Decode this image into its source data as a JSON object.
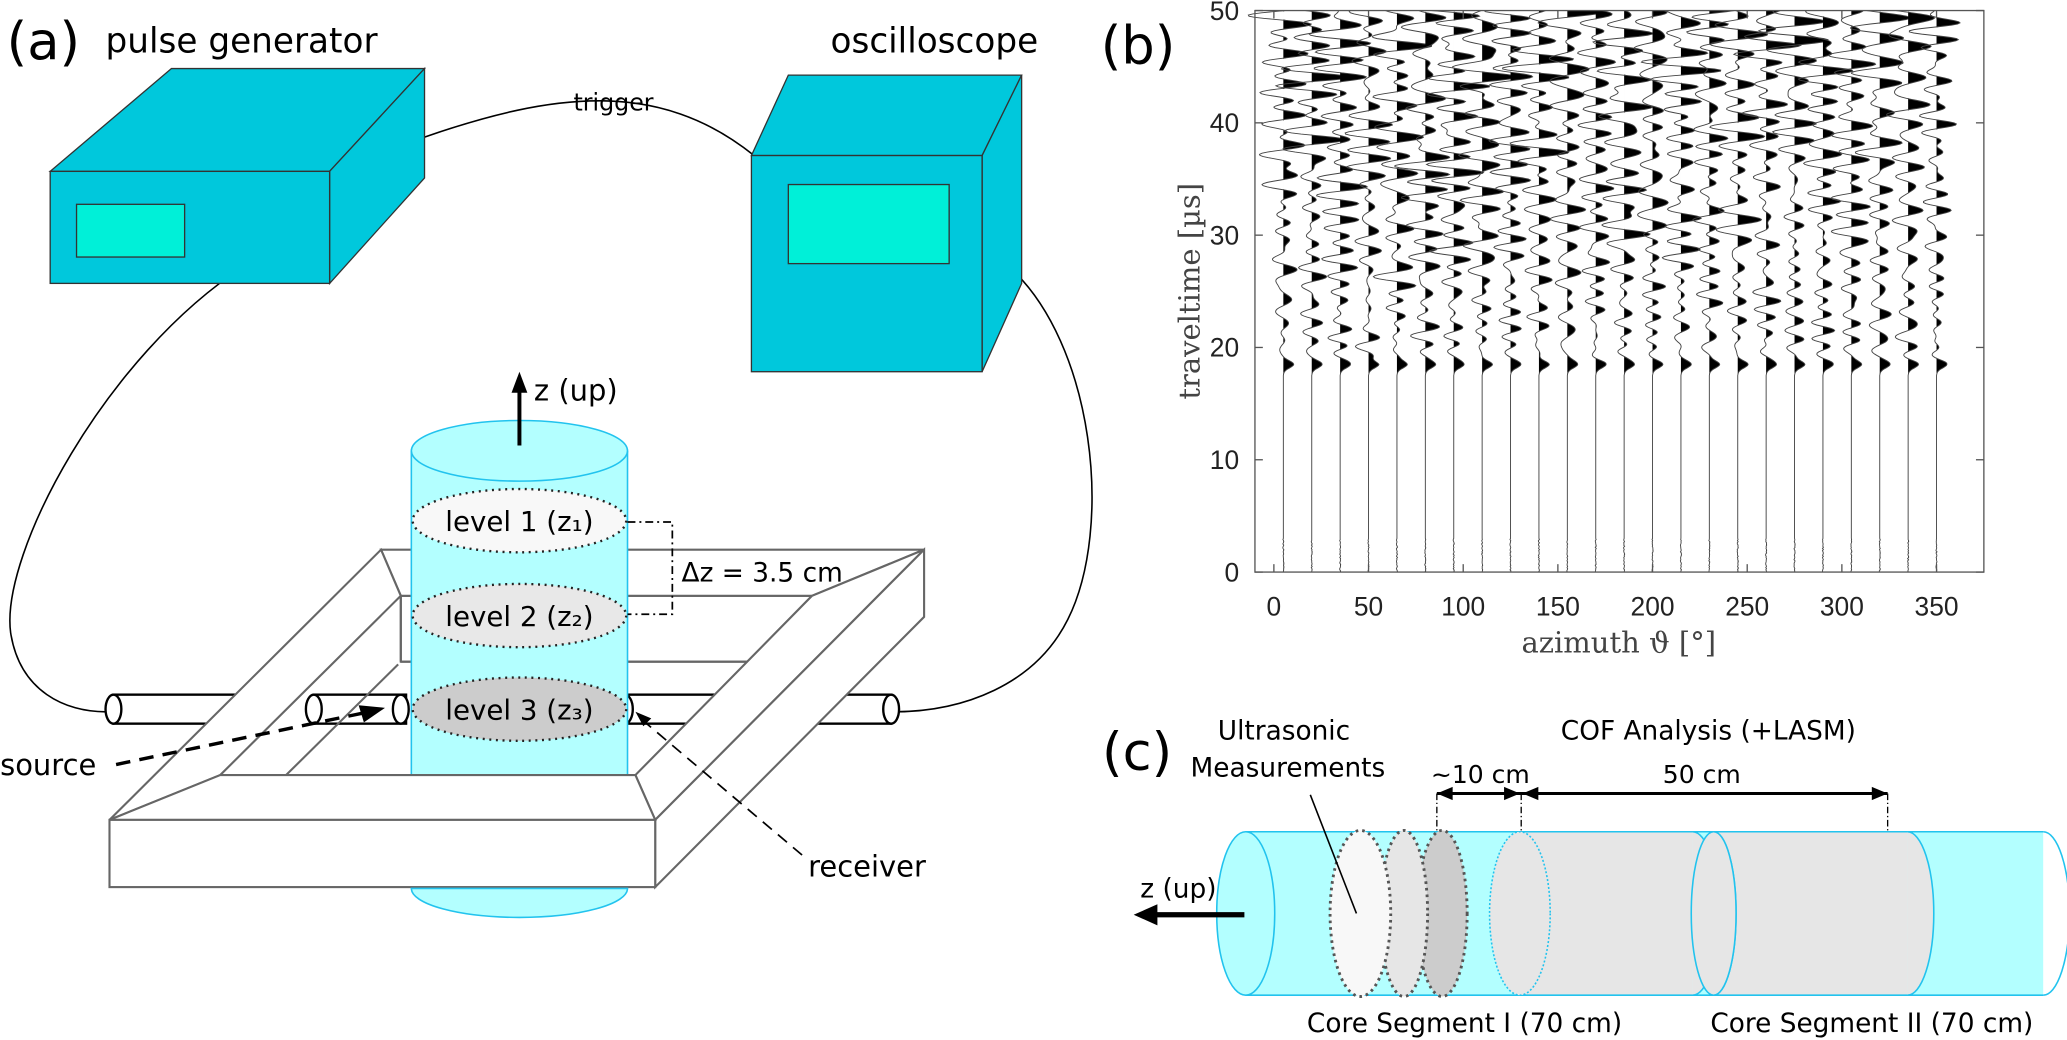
{
  "panel_a": {
    "label": "(a)",
    "pulse_generator": "pulse generator",
    "oscilloscope": "oscilloscope",
    "trigger": "trigger",
    "z_up": "z (up)",
    "level1": "level 1 (z₁)",
    "level2": "level 2 (z₂)",
    "level3": "level 3 (z₃)",
    "delta_z": "Δz = 3.5 cm",
    "source": "source",
    "receiver": "receiver",
    "colors": {
      "device": "#00c8dc",
      "screen": "#00f0d8",
      "core": "#b3ffff",
      "core_edge": "#22c3ee"
    }
  },
  "panel_b": {
    "label": "(b)"
  },
  "panel_c": {
    "label": "(c)",
    "ultrasonic_line1": "Ultrasonic",
    "ultrasonic_line2": "Measurements",
    "cof": "COF Analysis (+LASM)",
    "dist1": "~10 cm",
    "dist2": "50 cm",
    "z_up": "z (up)",
    "segment1": "Core Segment I (70 cm)",
    "segment2": "Core Segment II (70 cm)"
  },
  "chart_data": {
    "type": "line",
    "style": "wiggle traces, positive lobes filled black",
    "xlabel": "azimuth ϑ [°]",
    "ylabel": "traveltime [µs]",
    "xlim": [
      -10,
      375
    ],
    "ylim": [
      0,
      50
    ],
    "xticks": [
      "0",
      "50",
      "100",
      "150",
      "200",
      "250",
      "300",
      "350"
    ],
    "yticks": [
      "0",
      "10",
      "20",
      "30",
      "40",
      "50"
    ],
    "trace_azimuths": [
      5,
      20,
      35,
      50,
      65,
      80,
      95,
      110,
      125,
      140,
      155,
      170,
      185,
      200,
      215,
      230,
      245,
      260,
      275,
      290,
      305,
      320,
      335,
      350
    ],
    "first_arrival_us": 18.5,
    "grid": false
  }
}
